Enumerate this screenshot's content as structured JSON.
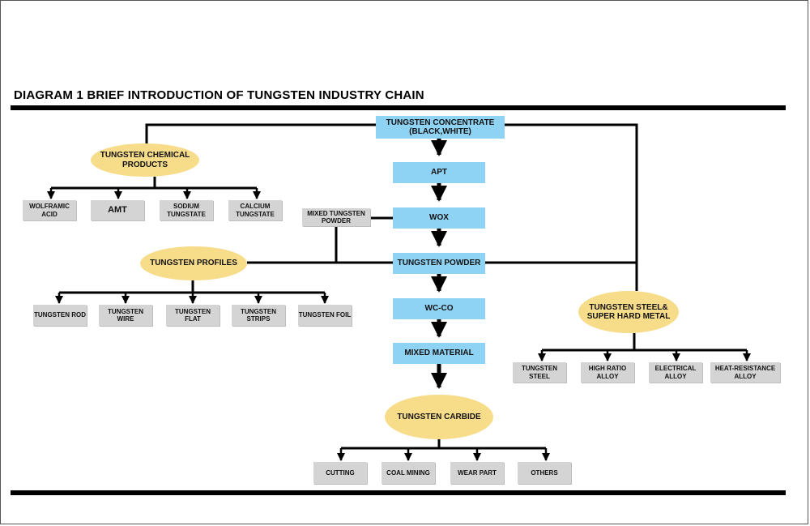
{
  "title": "DIAGRAM 1 BRIEF INTRODUCTION OF TUNGSTEN INDUSTRY CHAIN",
  "colors": {
    "process_box": "#8fd3f4",
    "category_oval": "#f7dc8a",
    "product_box": "#d4d4d4",
    "line": "#000000"
  },
  "main_chain": {
    "concentrate": "TUNGSTEN CONCENTRATE (BLACK,WHITE)",
    "apt": "APT",
    "wox": "WOX",
    "powder": "TUNGSTEN POWDER",
    "wcco": "WC-CO",
    "mixed_material": "MIXED MATERIAL"
  },
  "mixed_tungsten_powder": "MIXED TUNGSTEN POWDER",
  "chemical": {
    "label": "TUNGSTEN CHEMICAL PRODUCTS",
    "items": [
      "WOLFRAMIC ACID",
      "AMT",
      "SODIUM TUNGSTATE",
      "CALCIUM TUNGSTATE"
    ]
  },
  "profiles": {
    "label": "TUNGSTEN PROFILES",
    "items": [
      "TUNGSTEN ROD",
      "TUNGSTEN WIRE",
      "TUNGSTEN FLAT",
      "TUNGSTEN STRIPS",
      "TUNGSTEN FOIL"
    ]
  },
  "steel": {
    "label": "TUNGSTEN STEEL& SUPER HARD METAL",
    "items": [
      "TUNGSTEN STEEL",
      "HIGH RATIO ALLOY",
      "ELECTRICAL ALLOY",
      "HEAT-RESISTANCE ALLOY"
    ]
  },
  "carbide": {
    "label": "TUNGSTEN CARBIDE",
    "items": [
      "CUTTING",
      "COAL MINING",
      "WEAR PART",
      "OTHERS"
    ]
  }
}
